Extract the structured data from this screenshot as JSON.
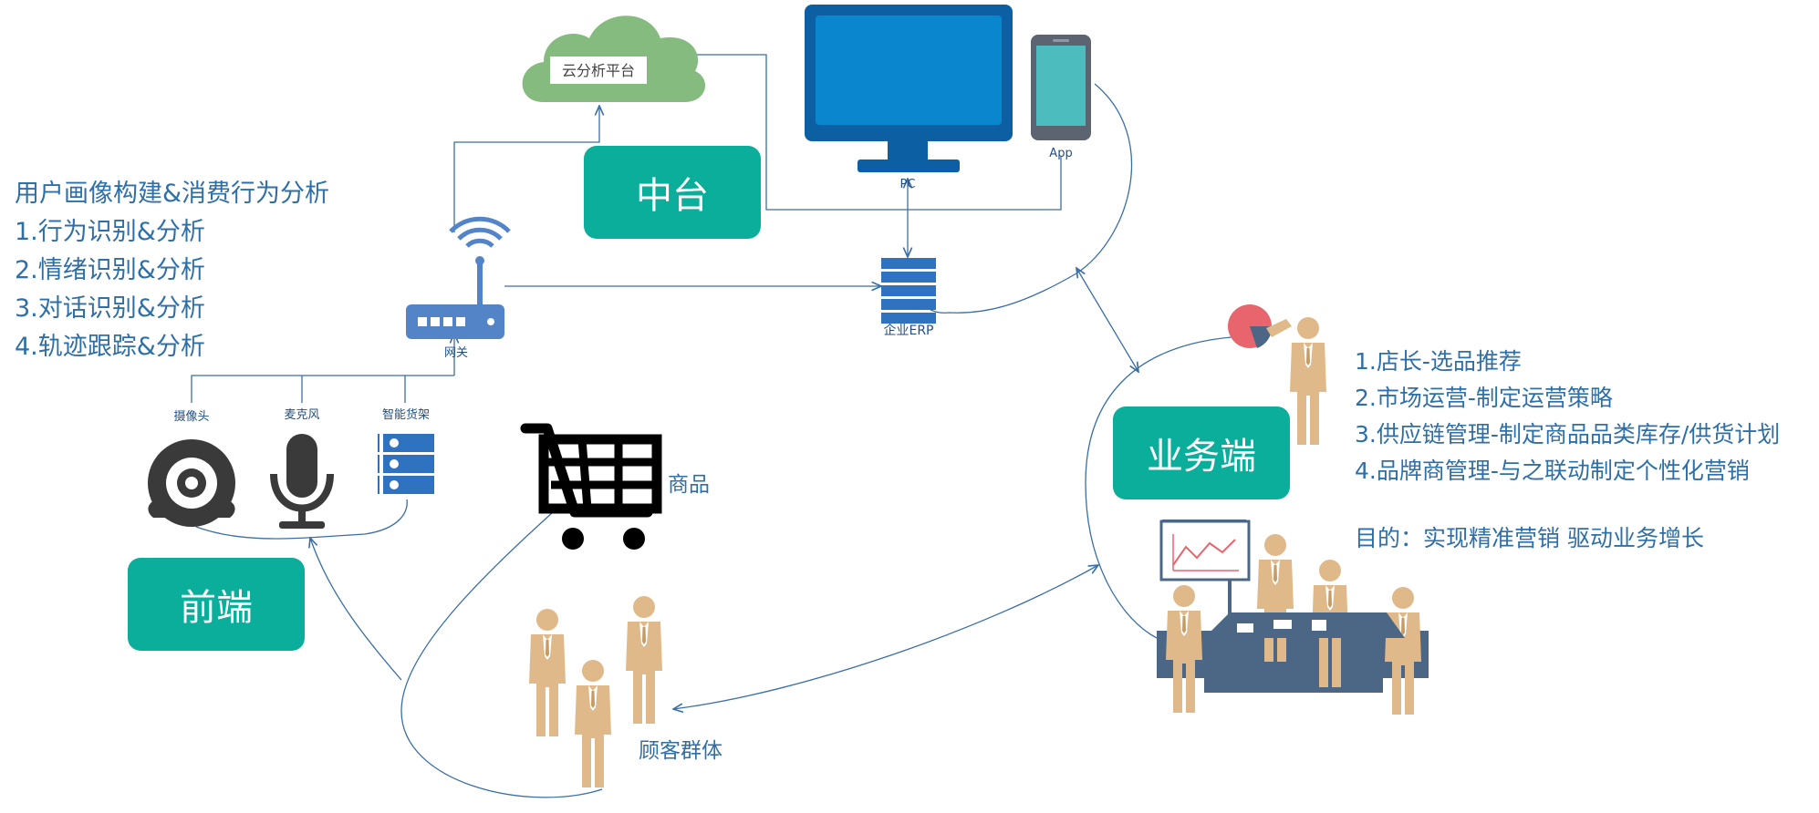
{
  "cloud": {
    "label": "云分析平台"
  },
  "zhongtai": {
    "label": "中台"
  },
  "qianduan": {
    "label": "前端"
  },
  "yewuduan": {
    "label": "业务端"
  },
  "pc": {
    "label": "PC"
  },
  "app": {
    "label": "App"
  },
  "erp": {
    "label": "企业ERP"
  },
  "gateway": {
    "label": "网关"
  },
  "devices": {
    "camera": "摄像头",
    "microphone": "麦克风",
    "shelf": "智能货架"
  },
  "goods": {
    "label": "商品"
  },
  "customers": {
    "label": "顾客群体"
  },
  "analysis": {
    "title": "用户画像构建&消费行为分析",
    "items": [
      "1.行为识别&分析",
      "2.情绪识别&分析",
      "3.对话识别&分析",
      "4.轨迹跟踪&分析"
    ]
  },
  "business": {
    "items": [
      "1.店长-选品推荐",
      "2.市场运营-制定运营策略",
      "3.供应链管理-制定商品品类库存/供货计划",
      "4.品牌商管理-与之联动制定个性化营销"
    ],
    "goal": "目的：实现精准营销 驱动业务增长"
  },
  "colors": {
    "teal": "#0aae9b",
    "line": "#3a6fa6",
    "cloud": "#86bb7f",
    "monitor_frame": "#0d5fa3",
    "monitor_screen": "#0a86cf",
    "phone_screen": "#4cbcbf",
    "person": "#dfb98a",
    "table": "#4c6685",
    "text_blue": "#2f6fa8"
  }
}
